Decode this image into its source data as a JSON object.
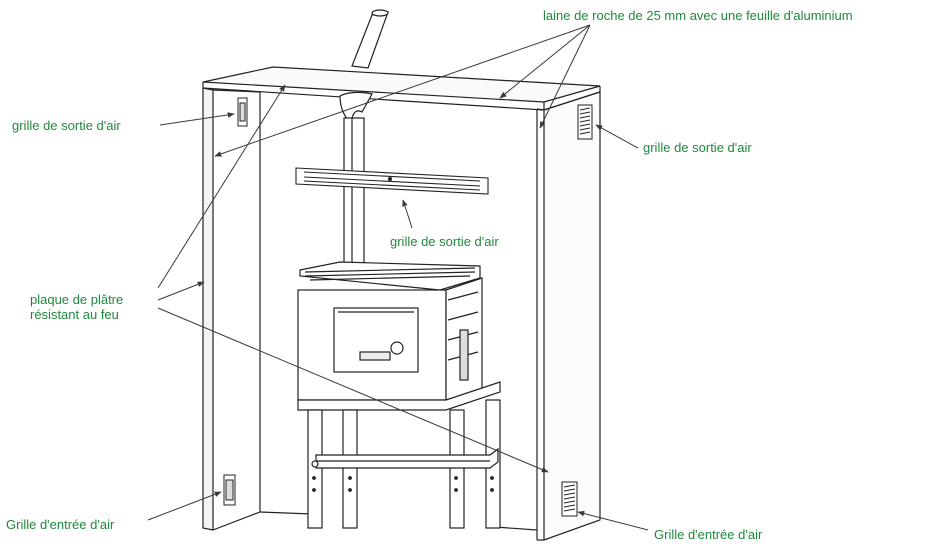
{
  "colors": {
    "label": "#1e8a3c",
    "line": "#222222",
    "leader": "#3a3a3a"
  },
  "labels": {
    "insulation": "laine de roche de 25 mm avec une feuille d'aluminium",
    "outlet_left": "grille de sortie d'air",
    "outlet_right": "grille de sortie d'air",
    "outlet_center": "grille de sortie d'air",
    "plasterboard_line1": "plaque de plâtre",
    "plasterboard_line2": "résistant au feu",
    "inlet_left": "Grille d'entrée d'air",
    "inlet_right": "Grille d'entrée d'air"
  }
}
